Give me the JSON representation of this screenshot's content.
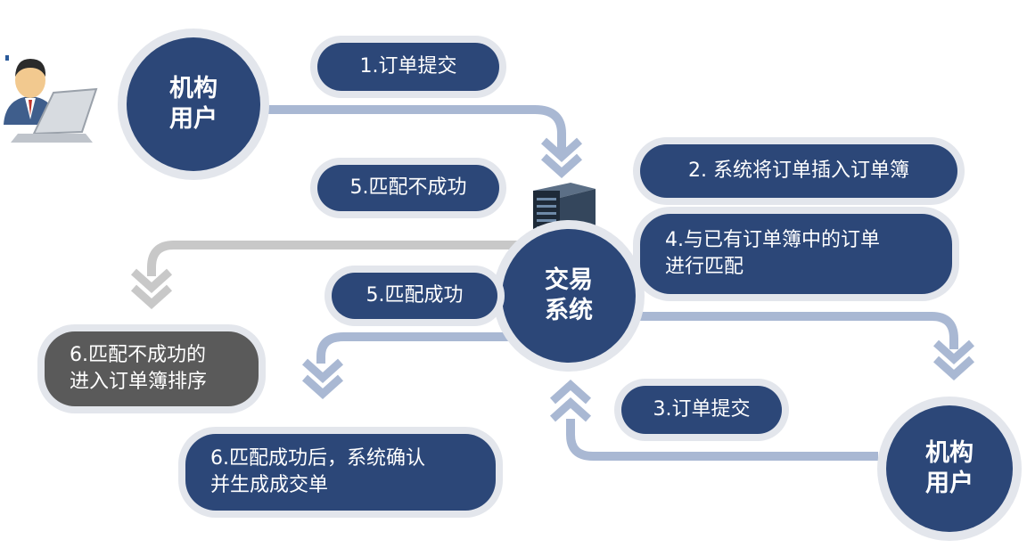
{
  "nodes": {
    "user_top": {
      "line1": "机构",
      "line2": "用户"
    },
    "system": {
      "line1": "交易",
      "line2": "系统"
    },
    "user_bottom": {
      "line1": "机构",
      "line2": "用户"
    }
  },
  "labels": {
    "submit_top": "1.订单提交",
    "insert_book": "2. 系统将订单插入订单簿",
    "match_line1": "4.与已有订单簿中的订单",
    "match_line2": "进行匹配",
    "submit_bottom": "3.订单提交",
    "fail": "5.匹配不成功",
    "success": "5.匹配成功",
    "fail_result_line1": "6.匹配不成功的",
    "fail_result_line2": "进入订单簿排序",
    "success_result_line1": "6.匹配成功后，系统确认",
    "success_result_line2": "并生成成交单"
  },
  "colors": {
    "node_fill": "#2c4778",
    "node_ring": "#e3e6ec",
    "arrow_blue": "#a9b8d3",
    "arrow_gray": "#c8c8c8",
    "fail_box": "#5a5a5a"
  },
  "icons": [
    "user-computer-icon",
    "server-icon"
  ]
}
